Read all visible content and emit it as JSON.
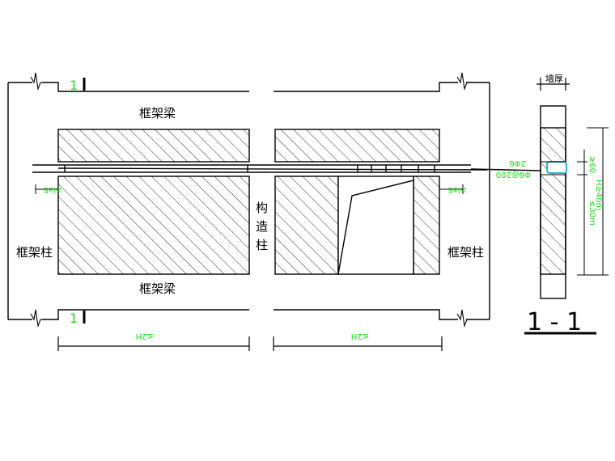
{
  "labels": {
    "beam_top": "框架梁",
    "beam_bottom": "框架梁",
    "column_left": "框架柱",
    "column_right": "框架柱",
    "constr_col_1": "构",
    "constr_col_2": "造",
    "constr_col_3": "柱",
    "section_mark_top": "1",
    "section_mark_bottom": "1",
    "rebar_1": "2Φ6",
    "rebar_2": "Φ6@200",
    "lae_left": "≥laE",
    "lae_right": "≥laE",
    "dim_left": "≤2H",
    "dim_right": "≤2H",
    "wall_thick": "墙厚",
    "dim_60": "≥60",
    "dim_h30": "≤30m",
    "dim_h40": "H≥40m",
    "section_title": "1 - 1"
  },
  "colors": {
    "line": "#000000",
    "annotation": "#19e019",
    "rebar_detail": "#2bb7c9"
  }
}
